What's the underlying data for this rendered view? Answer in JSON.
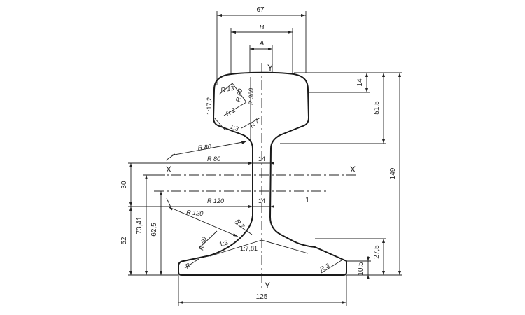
{
  "labels": {
    "head_width": "67",
    "width_b": "B",
    "width_a": "A",
    "axis_y_top": "Y",
    "axis_y_bottom": "Y",
    "axis_x_left": "X",
    "axis_x_right": "X",
    "head_height": "14",
    "head_to_web": "51,5",
    "total_height": "149",
    "radius_13": "R 13",
    "radius_80_head": "R 80",
    "radius_300": "R 300",
    "slope_head": "1:17,2",
    "radius_2": "R 2",
    "slope_1_3_top": "1:3",
    "radius_7_top": "R 7",
    "radius_80_neck": "R 80",
    "radius_80_axis": "R 80",
    "web_14_top": "14",
    "dim_30": "30",
    "radius_120_axis": "R 120",
    "web_14_bottom": "14",
    "index_1": "1",
    "radius_120_foot": "R 120",
    "dim_73_41": "73,41",
    "dim_62_5": "62,5",
    "dim_52": "52",
    "radius_7_bottom": "R 7",
    "radius_40": "R 40",
    "slope_1_3_bottom": "1:3",
    "slope_foot": "1:7,81",
    "radius_1": "R",
    "radius_3": "R 3",
    "dim_27_5": "27,5",
    "dim_10_5": "10,5",
    "base_width": "125"
  }
}
